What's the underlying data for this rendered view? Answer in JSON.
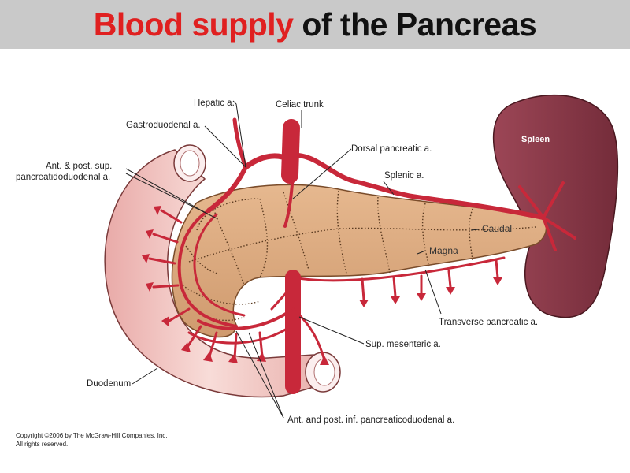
{
  "title": {
    "part1": "Blood supply",
    "part2": " of the Pancreas"
  },
  "labels": {
    "hepatic": "Hepatic a.",
    "celiac": "Celiac trunk",
    "gastroduodenal": "Gastroduodenal a.",
    "dorsal": "Dorsal pancreatic a.",
    "ant_post_sup_1": "Ant. & post. sup.",
    "ant_post_sup_2": "pancreatidoduodenal a.",
    "splenic": "Splenic a.",
    "spleen": "Spleen",
    "caudal": "Caudal",
    "magna": "Magna",
    "transverse": "Transverse pancreatic a.",
    "sup_mesenteric": "Sup. mesenteric a.",
    "duodenum": "Duodenum",
    "ant_post_inf": "Ant. and post. inf. pancreaticoduodenal a."
  },
  "copyright": {
    "line1": "Copyright ©2006 by The McGraw-Hill Companies, Inc.",
    "line2": "All rights reserved."
  },
  "colors": {
    "title_red": "#e02020",
    "artery": "#c8283a",
    "pancreas": "#d9a67a",
    "spleen": "#8a3a48",
    "duodenum": "#f2c8c4"
  }
}
